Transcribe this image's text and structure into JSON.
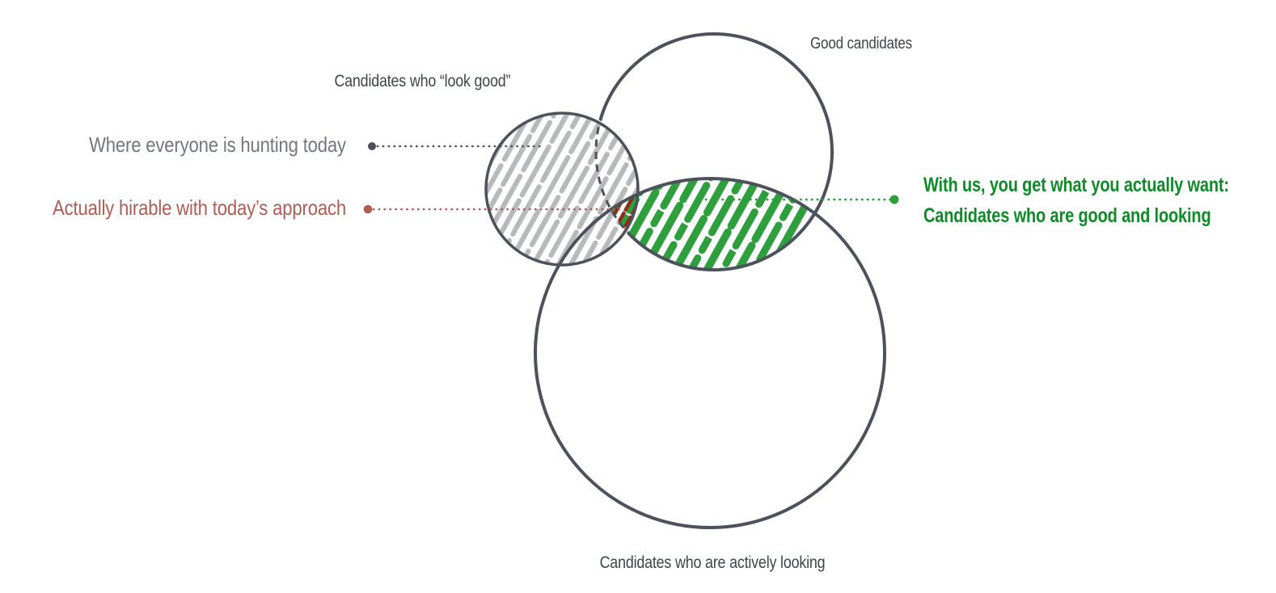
{
  "diagram": {
    "sets": {
      "look_good": "Candidates who “look good”",
      "good": "Good candidates",
      "actively_looking": "Candidates who are actively looking"
    },
    "annotations": {
      "hunting": "Where everyone is hunting today",
      "hirable": "Actually hirable with today’s approach",
      "green_line1": "With us, you get what you actually want:",
      "green_line2": "Candidates who are good and looking"
    },
    "colors": {
      "background": "#ffffff",
      "circle_stroke": "#4b525b",
      "gray_hatch": "#b7b9bb",
      "green_hatch": "#2f9e3c",
      "red_hatch": "#8e2b12",
      "dark_text": "#3f4449",
      "gray_text": "#717680",
      "red_text": "#b05c52",
      "green_text": "#0f8a28"
    }
  }
}
